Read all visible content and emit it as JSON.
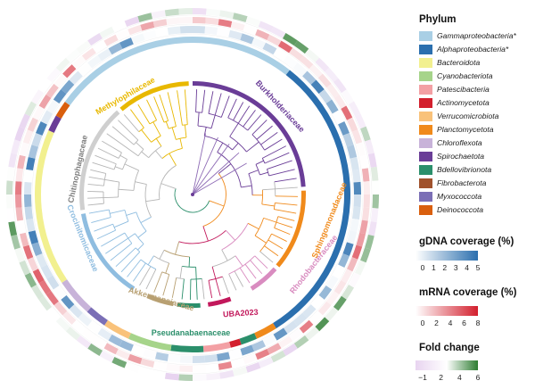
{
  "phylum_legend": {
    "title": "Phylum",
    "items": [
      {
        "label": "Gammaproteobacteria*",
        "color": "#a9cfe5"
      },
      {
        "label": "Alphaproteobacteria*",
        "color": "#2b6fae"
      },
      {
        "label": "Bacteroidota",
        "color": "#f2f08f"
      },
      {
        "label": "Cyanobacteriota",
        "color": "#a6d48a"
      },
      {
        "label": "Patescibacteria",
        "color": "#f3a0a4"
      },
      {
        "label": "Actinomycetota",
        "color": "#d31f2d"
      },
      {
        "label": "Verrucomicrobiota",
        "color": "#f9c27a"
      },
      {
        "label": "Planctomycetota",
        "color": "#f08a1b"
      },
      {
        "label": "Chloroflexota",
        "color": "#c8b3d9"
      },
      {
        "label": "Spirochaetota",
        "color": "#6a3d97"
      },
      {
        "label": "Bdellovibrionota",
        "color": "#2b8f6b"
      },
      {
        "label": "Fibrobacterota",
        "color": "#a0522d"
      },
      {
        "label": "Myxococcota",
        "color": "#7b6fb6"
      },
      {
        "label": "Deinococcota",
        "color": "#d95f0e"
      }
    ]
  },
  "gdna_legend": {
    "title": "gDNA coverage (%)",
    "ticks": [
      "0",
      "1",
      "2",
      "3",
      "4",
      "5"
    ],
    "color_low": "#ffffff",
    "color_high": "#2b6fae"
  },
  "mrna_legend": {
    "title": "mRNA coverage (%)",
    "ticks": [
      "0",
      "2",
      "4",
      "6",
      "8"
    ],
    "color_low": "#ffffff",
    "color_high": "#d31f2d"
  },
  "fold_legend": {
    "title": "Fold change",
    "ticks": [
      "−1",
      "2",
      "4",
      "6"
    ],
    "color_low": "#e8d4f0",
    "color_mid": "#ffffff",
    "color_high": "#2e7d32"
  },
  "families": [
    {
      "label": "Burkholderiaceae",
      "color": "#6a3d97"
    },
    {
      "label": "Methylophilaceae",
      "color": "#e8b800"
    },
    {
      "label": "Chitinophagaceae",
      "color": "#7f7f7f"
    },
    {
      "label": "Crocinitomicaceae",
      "color": "#8fbde0"
    },
    {
      "label": "Akkermansiaceae",
      "color": "#b8a072"
    },
    {
      "label": "Pseudanabaenaceae",
      "color": "#2b8f6b"
    },
    {
      "label": "UBA2023",
      "color": "#c2185b"
    },
    {
      "label": "Rhodobacteraceae",
      "color": "#d98cc0"
    },
    {
      "label": "Sphingomonadaceae",
      "color": "#f08a1b"
    }
  ]
}
